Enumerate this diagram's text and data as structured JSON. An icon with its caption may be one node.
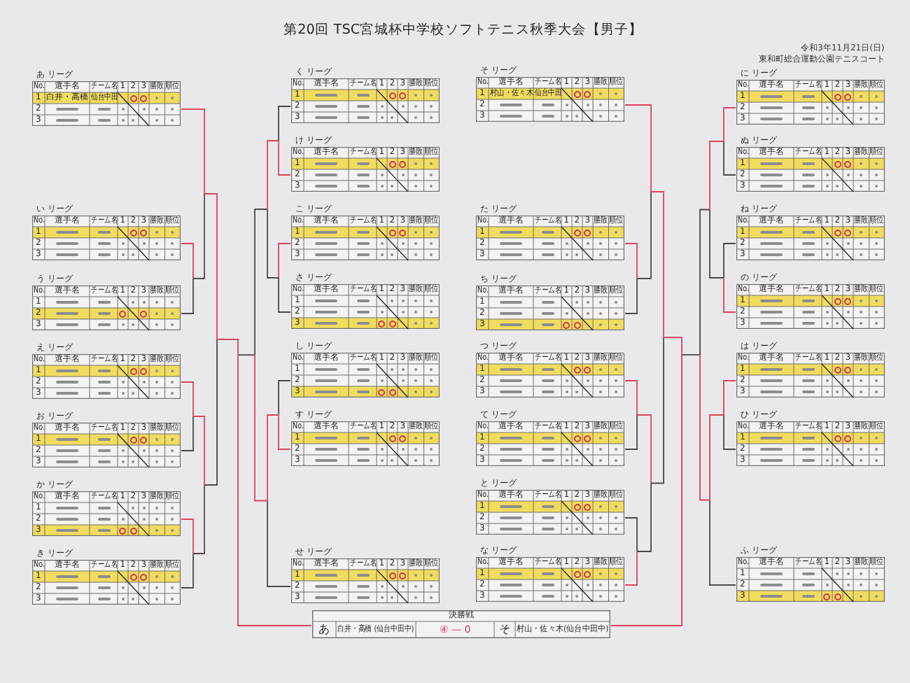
{
  "diagram": {
    "title": "第20回 TSC宮城杯中学校ソフトテニス秋季大会【男子】",
    "nodes": [
      {
        "text": [
          "あ リーグ",
          "No.",
          "選手名",
          "チーム名",
          "1",
          "2",
          "3",
          "勝敗",
          "順位",
          "1",
          "2",
          "3",
          "白井・高橋",
          "仙台中田"
        ]
      },
      {
        "text": [
          "い リーグ",
          "No.",
          "選手名",
          "チーム名",
          "1",
          "2",
          "3",
          "勝敗",
          "順位",
          "1",
          "2",
          "3"
        ]
      },
      {
        "text": [
          "う リーグ",
          "No.",
          "選手名",
          "チーム名",
          "1",
          "2",
          "3",
          "勝敗",
          "順位",
          "1",
          "2",
          "3"
        ]
      },
      {
        "text": [
          "え リーグ",
          "No.",
          "選手名",
          "チーム名",
          "1",
          "2",
          "3",
          "勝敗",
          "順位",
          "1",
          "2",
          "3"
        ]
      },
      {
        "text": [
          "お リーグ",
          "No.",
          "選手名",
          "チーム名",
          "1",
          "2",
          "3",
          "勝敗",
          "順位",
          "1",
          "2",
          "3"
        ]
      },
      {
        "text": [
          "か リーグ",
          "No.",
          "選手名",
          "チーム名",
          "1",
          "2",
          "3",
          "勝敗",
          "順位",
          "1",
          "2",
          "3"
        ]
      },
      {
        "text": [
          "き リーグ",
          "No.",
          "選手名",
          "チーム名",
          "1",
          "2",
          "3",
          "勝敗",
          "順位",
          "1",
          "2",
          "3"
        ]
      },
      {
        "text": [
          "く リーグ",
          "No.",
          "選手名",
          "チーム名",
          "1",
          "2",
          "3",
          "勝敗",
          "順位",
          "1",
          "2",
          "3"
        ]
      },
      {
        "text": [
          "け リーグ",
          "No.",
          "選手名",
          "チーム名",
          "1",
          "2",
          "3",
          "勝敗",
          "順位",
          "1",
          "2",
          "3"
        ]
      },
      {
        "text": [
          "こ リーグ",
          "No.",
          "選手名",
          "チーム名",
          "1",
          "2",
          "3",
          "勝敗",
          "順位",
          "1",
          "2",
          "3"
        ]
      },
      {
        "text": [
          "さ リーグ",
          "No.",
          "選手名",
          "チーム名",
          "1",
          "2",
          "3",
          "勝敗",
          "順位",
          "1",
          "2",
          "3"
        ]
      },
      {
        "text": [
          "し リーグ",
          "No.",
          "選手名",
          "チーム名",
          "1",
          "2",
          "3",
          "勝敗",
          "順位",
          "1",
          "2",
          "3"
        ]
      },
      {
        "text": [
          "す リーグ",
          "No.",
          "選手名",
          "チーム名",
          "1",
          "2",
          "3",
          "勝敗",
          "順位",
          "1",
          "2",
          "3"
        ]
      },
      {
        "text": [
          "せ リーグ",
          "No.",
          "選手名",
          "チーム名",
          "1",
          "2",
          "3",
          "勝敗",
          "順位",
          "1",
          "2",
          "3"
        ]
      },
      {
        "text": [
          "そ リーグ",
          "No.",
          "選手名",
          "チーム名",
          "1",
          "2",
          "3",
          "勝敗",
          "順位",
          "1",
          "2",
          "3",
          "村山・佐々木",
          "仙台中田"
        ]
      },
      {
        "text": [
          "た リーグ",
          "No.",
          "選手名",
          "チーム名",
          "1",
          "2",
          "3",
          "勝敗",
          "順位",
          "1",
          "2",
          "3"
        ]
      },
      {
        "text": [
          "ち リーグ",
          "No.",
          "選手名",
          "チーム名",
          "1",
          "2",
          "3",
          "勝敗",
          "順位",
          "1",
          "2",
          "3"
        ]
      },
      {
        "text": [
          "つ リーグ",
          "No.",
          "選手名",
          "チーム名",
          "1",
          "2",
          "3",
          "勝敗",
          "順位",
          "1",
          "2",
          "3"
        ]
      },
      {
        "text": [
          "て リーグ",
          "No.",
          "選手名",
          "チーム名",
          "1",
          "2",
          "3",
          "勝敗",
          "順位",
          "1",
          "2",
          "3"
        ]
      },
      {
        "text": [
          "と リーグ",
          "No.",
          "選手名",
          "チーム名",
          "1",
          "2",
          "3",
          "勝敗",
          "順位",
          "1",
          "2",
          "3"
        ]
      },
      {
        "text": [
          "な リーグ",
          "No.",
          "選手名",
          "チーム名",
          "1",
          "2",
          "3",
          "勝敗",
          "順位",
          "1",
          "2",
          "3"
        ]
      },
      {
        "text": [
          "に リーグ",
          "No.",
          "選手名",
          "チーム名",
          "1",
          "2",
          "3",
          "勝敗",
          "順位",
          "1",
          "2",
          "3"
        ]
      },
      {
        "text": [
          "ぬ リーグ",
          "No.",
          "選手名",
          "チーム名",
          "1",
          "2",
          "3",
          "勝敗",
          "順位",
          "1",
          "2",
          "3"
        ]
      },
      {
        "text": [
          "ね リーグ",
          "No.",
          "選手名",
          "チーム名",
          "1",
          "2",
          "3",
          "勝敗",
          "順位",
          "1",
          "2",
          "3"
        ]
      },
      {
        "text": [
          "の リーグ",
          "No.",
          "選手名",
          "チーム名",
          "1",
          "2",
          "3",
          "勝敗",
          "順位",
          "1",
          "2",
          "3"
        ]
      },
      {
        "text": [
          "は リーグ",
          "No.",
          "選手名",
          "チーム名",
          "1",
          "2",
          "3",
          "勝敗",
          "順位",
          "1",
          "2",
          "3"
        ]
      },
      {
        "text": [
          "ひ リーグ",
          "No.",
          "選手名",
          "チーム名",
          "1",
          "2",
          "3",
          "勝敗",
          "順位",
          "1",
          "2",
          "3"
        ]
      },
      {
        "text": [
          "ふ リーグ",
          "No.",
          "選手名",
          "チーム名",
          "1",
          "2",
          "3",
          "勝敗",
          "順位",
          "1",
          "2",
          "3"
        ]
      },
      {
        "text": [
          "決勝戦",
          "あ",
          "白井・高橋 (仙台中田中)",
          "④ — 0",
          "そ",
          "村山・佐々木(仙台中田中)"
        ]
      }
    ],
    "edges": [
      {
        "from": 0,
        "to": 28,
        "arrow": "none"
      },
      {
        "from": 1,
        "to": 28,
        "arrow": "none"
      },
      {
        "from": 2,
        "to": 28,
        "arrow": "none"
      },
      {
        "from": 3,
        "to": 28,
        "arrow": "none"
      },
      {
        "from": 4,
        "to": 28,
        "arrow": "none"
      },
      {
        "from": 5,
        "to": 28,
        "arrow": "none"
      },
      {
        "from": 6,
        "to": 28,
        "arrow": "none"
      },
      {
        "from": 7,
        "to": 28,
        "arrow": "none"
      },
      {
        "from": 8,
        "to": 28,
        "arrow": "none"
      },
      {
        "from": 9,
        "to": 28,
        "arrow": "none"
      },
      {
        "from": 10,
        "to": 28,
        "arrow": "none"
      },
      {
        "from": 11,
        "to": 28,
        "arrow": "none"
      },
      {
        "from": 12,
        "to": 28,
        "arrow": "none"
      },
      {
        "from": 13,
        "to": 28,
        "arrow": "none"
      },
      {
        "from": 14,
        "to": 28,
        "arrow": "none"
      },
      {
        "from": 15,
        "to": 28,
        "arrow": "none"
      },
      {
        "from": 16,
        "to": 28,
        "arrow": "none"
      },
      {
        "from": 17,
        "to": 28,
        "arrow": "none"
      },
      {
        "from": 18,
        "to": 28,
        "arrow": "none"
      },
      {
        "from": 19,
        "to": 28,
        "arrow": "none"
      },
      {
        "from": 20,
        "to": 28,
        "arrow": "none"
      },
      {
        "from": 21,
        "to": 28,
        "arrow": "none"
      },
      {
        "from": 22,
        "to": 28,
        "arrow": "none"
      },
      {
        "from": 23,
        "to": 28,
        "arrow": "none"
      },
      {
        "from": 24,
        "to": 28,
        "arrow": "none"
      },
      {
        "from": 25,
        "to": 28,
        "arrow": "none"
      },
      {
        "from": 26,
        "to": 28,
        "arrow": "none"
      },
      {
        "from": 27,
        "to": 28,
        "arrow": "none"
      }
    ],
    "labels": [
      "令和3年11月21日(日)",
      "東和町総合運動公園テニスコート"
    ]
  }
}
